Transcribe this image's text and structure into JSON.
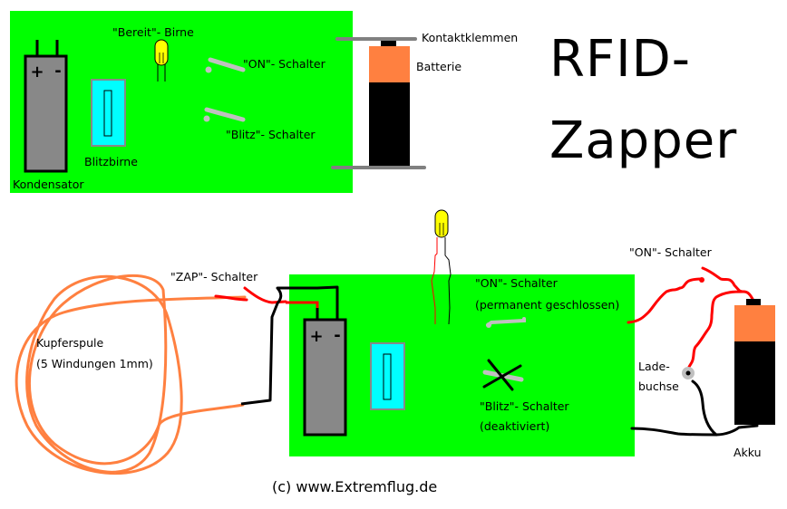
{
  "title": {
    "line1": "RFID-",
    "line2": "Zapper"
  },
  "colors": {
    "board": "#00ff00",
    "capacitor": "#888888",
    "flash_bulb": "#00ffff",
    "battery_top": "#ff8040",
    "battery_body": "#000000",
    "bulb": "#ffff00",
    "wire_red": "#ff0000",
    "wire_black": "#000000",
    "coil": "#ff8040",
    "switch": "#c0c0c0"
  },
  "top_diagram": {
    "labels": {
      "ready_bulb": "\"Bereit\"- Birne",
      "on_switch": "\"ON\"- Schalter",
      "flash_switch": "\"Blitz\"- Schalter",
      "flash_bulb": "Blitzbirne",
      "capacitor": "Kondensator",
      "contact_clamps": "Kontaktklemmen",
      "battery": "Batterie"
    },
    "capacitor_symbols": {
      "plus": "+",
      "minus": "-"
    }
  },
  "bottom_diagram": {
    "labels": {
      "zap_switch": "\"ZAP\"- Schalter",
      "coil_line1": "Kupferspule",
      "coil_line2": "(5 Windungen 1mm)",
      "on_switch_line1": "\"ON\"- Schalter",
      "on_switch_line2": "(permanent geschlossen)",
      "flash_switch_line1": "\"Blitz\"- Schalter",
      "flash_switch_line2": "(deaktiviert)",
      "external_on_switch": "\"ON\"- Schalter",
      "charge_socket_line1": "Lade-",
      "charge_socket_line2": "buchse",
      "rechargeable_battery": "Akku"
    },
    "capacitor_symbols": {
      "plus": "+",
      "minus": "-"
    }
  },
  "footer": {
    "copyright": "(c) www.Extremflug.de"
  }
}
